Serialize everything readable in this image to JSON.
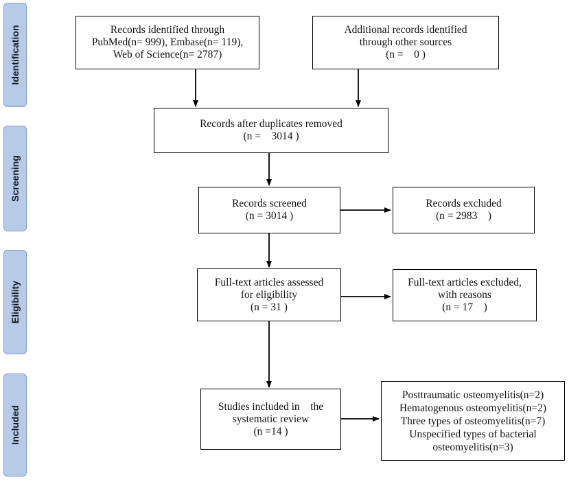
{
  "phases": {
    "identification": "Identification",
    "screening": "Screening",
    "eligibility": "Eligibility",
    "included": "Included"
  },
  "boxes": {
    "records_identified": {
      "lines": [
        "Records identified through",
        "PubMed(n= 999), Embase(n= 119),",
        "Web of Science(n= 2787)"
      ]
    },
    "additional_records": {
      "lines": [
        "Additional records identified",
        "through other sources",
        "(n =    0 )"
      ]
    },
    "duplicates_removed": {
      "lines": [
        "Records after duplicates removed",
        "(n =    3014 )"
      ]
    },
    "records_screened": {
      "lines": [
        "Records screened",
        "(n = 3014 )"
      ]
    },
    "records_excluded": {
      "lines": [
        "Records excluded",
        "(n = 2983    )"
      ]
    },
    "fulltext_assessed": {
      "lines": [
        "Full-text articles assessed",
        "for eligibility",
        "(n = 31 )"
      ]
    },
    "fulltext_excluded": {
      "lines": [
        "Full-text articles excluded,",
        "with reasons",
        "(n = 17    )"
      ]
    },
    "studies_included": {
      "lines": [
        "Studies included in    the",
        "systematic review",
        "(n =14 )"
      ]
    },
    "osteomyelitis_types": {
      "lines": [
        "Posttraumatic osteomyelitis(n=2)",
        "Hematogenous osteomyelitis(n=2)",
        "Three types of osteomyelitis(n=7)",
        "Unspecified types of bacterial",
        "osteomyelitis(n=3)"
      ]
    }
  }
}
